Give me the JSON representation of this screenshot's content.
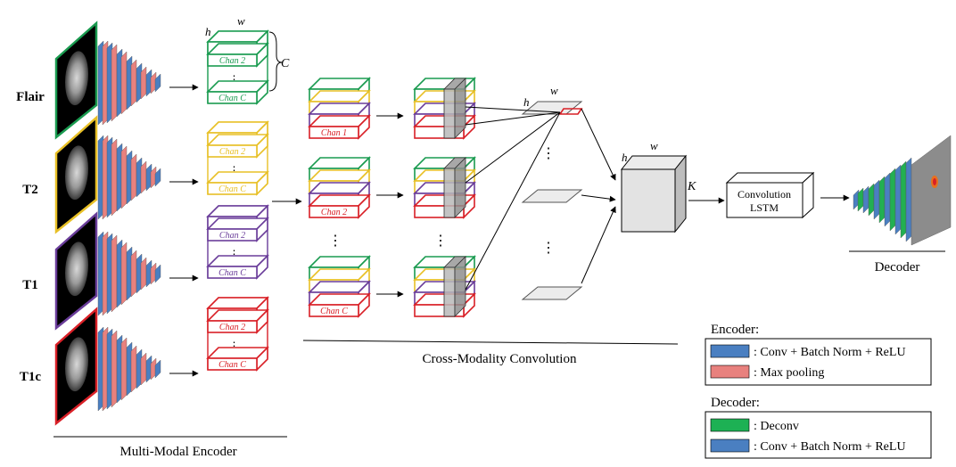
{
  "colors": {
    "flair": "#1a9b50",
    "t2": "#e8c026",
    "t1": "#6a3d9a",
    "t1c": "#d92027",
    "conv_blue": "#4a7fc1",
    "pool_red": "#e8817e",
    "deconv_green": "#22b052",
    "legend_green": "#1db154",
    "chan_gray": "#b8b8b8"
  },
  "modalities": [
    {
      "key": "flair",
      "label": "Flair"
    },
    {
      "key": "t2",
      "label": "T2"
    },
    {
      "key": "t1",
      "label": "T1"
    },
    {
      "key": "t1c",
      "label": "T1c"
    }
  ],
  "channels": {
    "chan1": "Chan 1",
    "chan2": "Chan 2",
    "chanC": "Chan C",
    "ellipsis": "⋮"
  },
  "dims": {
    "h": "h",
    "w": "w",
    "C": "C",
    "K": "K",
    "hd": "h",
    "wd": "w"
  },
  "sections": {
    "encoder": "Multi-Modal Encoder",
    "cross": "Cross-Modality Convolution",
    "decoder": "Decoder"
  },
  "lstm": {
    "line1": "Convolution",
    "line2": "LSTM"
  },
  "vdots": "⋮",
  "legend": {
    "encoder_title": "Encoder:",
    "decoder_title": "Decoder:",
    "enc_items": [
      {
        "label": ": Conv + Batch Norm + ReLU",
        "color": "#4a7fc1"
      },
      {
        "label": ": Max pooling",
        "color": "#e8817e"
      }
    ],
    "dec_items": [
      {
        "label": ": Deconv",
        "color": "#1db154"
      },
      {
        "label": ": Conv + Batch Norm + ReLU",
        "color": "#4a7fc1"
      }
    ]
  }
}
